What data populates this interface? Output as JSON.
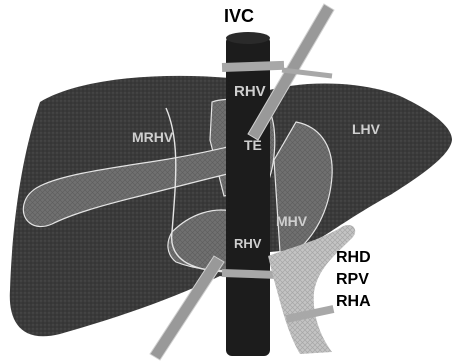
{
  "labels": {
    "ivc": "IVC",
    "rhv": "RHV",
    "lhv": "LHV",
    "mrhv": "MRHV",
    "te": "TE",
    "mhv": "MHV",
    "rhv_lower": "RHV",
    "rhd": "RHD",
    "rpv": "RPV",
    "rha": "RHA"
  },
  "colors": {
    "liver": "#3a3a3a",
    "liver_shade": "#555555",
    "vein_fill": "#6e6e6e",
    "ivc": "#1c1c1c",
    "clamp": "#a8a8a8",
    "duct": "#bdbdbd",
    "outline": "#e4e4e4",
    "text_light": "#cfcfcf",
    "text_dark": "#000000"
  }
}
